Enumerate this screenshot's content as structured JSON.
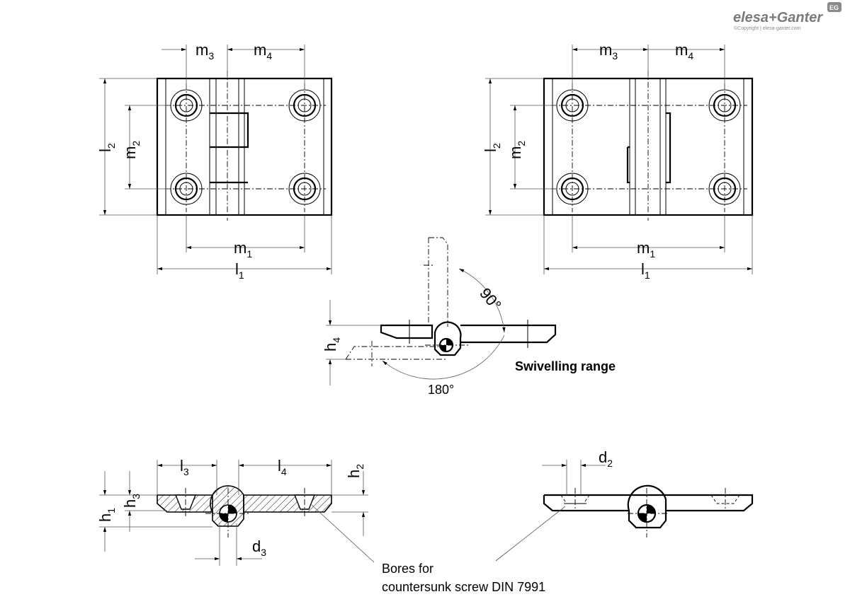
{
  "brand": {
    "logo_text": "elesa+Ganter",
    "copyright": "©Copyright | elesa-ganter.com",
    "badge": "EG"
  },
  "labels": {
    "l1": "l",
    "l1_sub": "1",
    "l2": "l",
    "l2_sub": "2",
    "l3": "l",
    "l3_sub": "3",
    "l4": "l",
    "l4_sub": "4",
    "m1": "m",
    "m1_sub": "1",
    "m2": "m",
    "m2_sub": "2",
    "m3": "m",
    "m3_sub": "3",
    "m4": "m",
    "m4_sub": "4",
    "h1": "h",
    "h1_sub": "1",
    "h2": "h",
    "h2_sub": "2",
    "h3": "h",
    "h3_sub": "3",
    "h4": "h",
    "h4_sub": "4",
    "d2": "d",
    "d2_sub": "2",
    "d3": "d",
    "d3_sub": "3"
  },
  "angles": {
    "a90": "90°",
    "a180": "180°"
  },
  "notes": {
    "swivelling": "Swivelling range",
    "bores_line1": "Bores for",
    "bores_line2": "countersunk screw DIN 7991"
  }
}
